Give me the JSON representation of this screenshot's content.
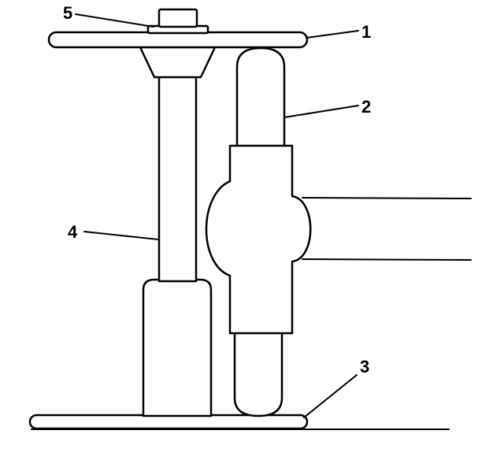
{
  "callouts": [
    {
      "id": "1",
      "label": "1"
    },
    {
      "id": "2",
      "label": "2"
    },
    {
      "id": "3",
      "label": "3"
    },
    {
      "id": "4",
      "label": "4"
    },
    {
      "id": "5",
      "label": "5"
    }
  ],
  "colors": {
    "stroke": "#000000",
    "fill": "#ffffff",
    "background": "#ffffff"
  }
}
